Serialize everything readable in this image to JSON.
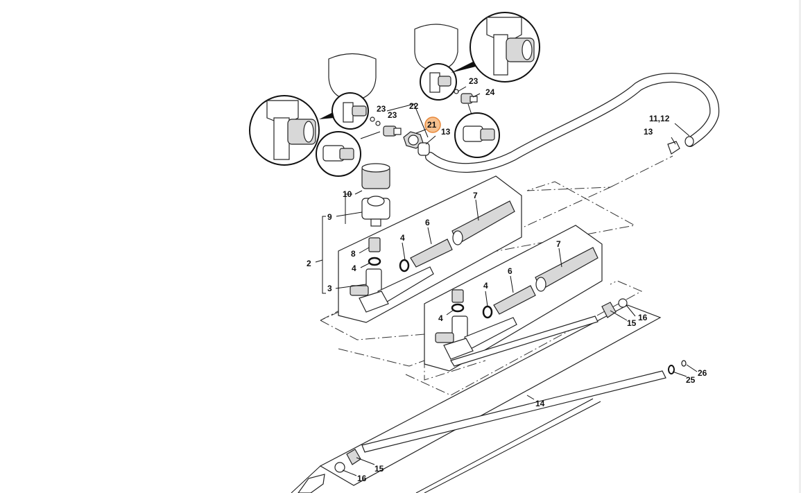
{
  "diagram": {
    "highlight_color": "#f4a460",
    "line_color": "#111111",
    "labels": {
      "l21": "21",
      "l22": "22",
      "l23a": "23",
      "l23b": "23",
      "l23c": "23",
      "l24": "24",
      "l13a": "13",
      "l13b": "13",
      "l1112": "11,12",
      "l10": "10",
      "l9": "9",
      "l2": "2",
      "l3": "3",
      "l8": "8",
      "l4a": "4",
      "l4b": "4",
      "l4c": "4",
      "l4d": "4",
      "l6a": "6",
      "l6b": "6",
      "l7a": "7",
      "l7b": "7",
      "l14": "14",
      "l15a": "15",
      "l16a": "16",
      "l15b": "15",
      "l16b": "16",
      "l25": "25",
      "l26": "26"
    }
  }
}
